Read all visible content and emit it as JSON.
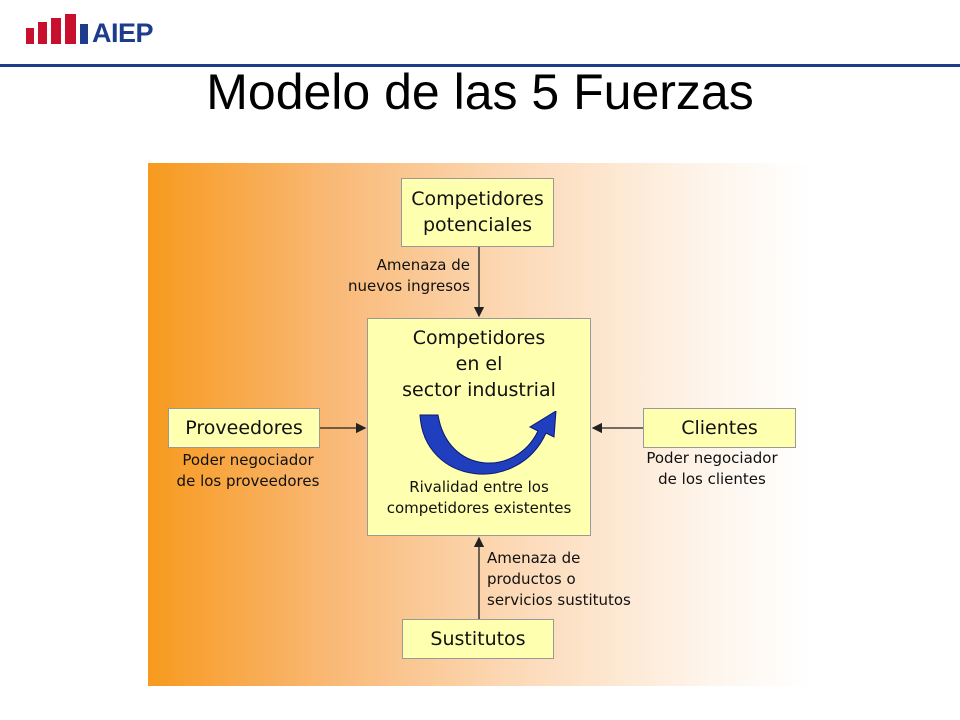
{
  "header": {
    "logo_text": "AIEP",
    "title": "Modelo de las 5 Fuerzas",
    "brand_colors": {
      "logo_red": "#c8102e",
      "logo_blue": "#1e3c8c"
    }
  },
  "diagram": {
    "top_box": {
      "line1": "Competidores",
      "line2": "potenciales"
    },
    "top_label": {
      "line1": "Amenaza de",
      "line2": "nuevos ingresos"
    },
    "center_box": {
      "line1": "Competidores",
      "line2": "en el",
      "line3": "sector industrial",
      "bottom1": "Rivalidad entre los",
      "bottom2": "competidores existentes"
    },
    "left_box": {
      "text": "Proveedores"
    },
    "left_label": {
      "line1": "Poder negociador",
      "line2": "de los proveedores"
    },
    "right_box": {
      "text": "Clientes"
    },
    "right_label": {
      "line1": "Poder negociador",
      "line2": "de los clientes"
    },
    "bottom_box": {
      "text": "Sustitutos"
    },
    "bottom_label": {
      "line1": "Amenaza de",
      "line2": "productos o",
      "line3": "servicios sustitutos"
    },
    "colors": {
      "box_fill": "#ffffb0",
      "rivalry_arrow": "#1f3fbf",
      "panel_orange": "#f79a1e"
    }
  }
}
